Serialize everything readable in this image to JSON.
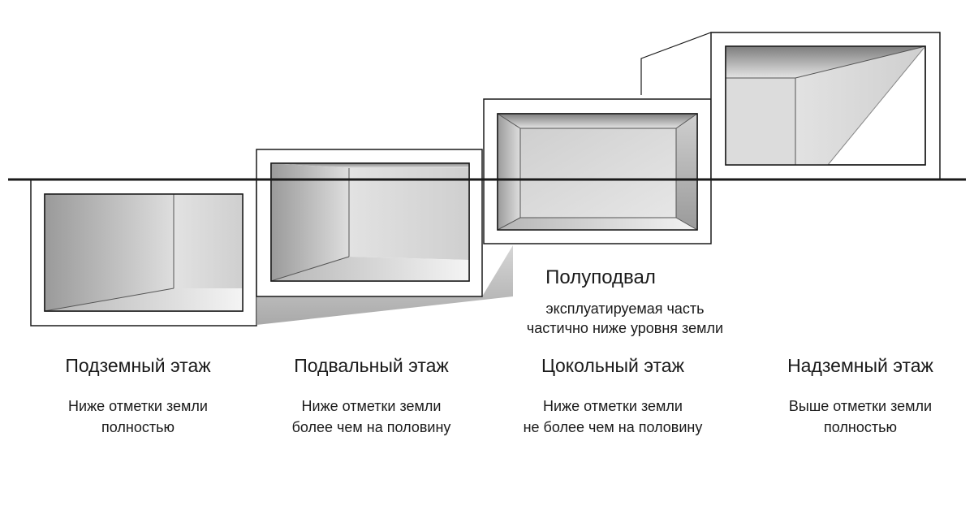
{
  "diagram": {
    "annotation": {
      "title": "Полуподвал",
      "line1": "эксплуатируемая часть",
      "line2": "частично ниже уровня земли"
    },
    "columns": [
      {
        "title": "Подземный этаж",
        "desc1": "Ниже отметки земли",
        "desc2": "полностью"
      },
      {
        "title": "Подвальный этаж",
        "desc1": "Ниже отметки земли",
        "desc2": "более чем на половину"
      },
      {
        "title": "Цокольный этаж",
        "desc1": "Ниже отметки земли",
        "desc2": "не более чем на половину"
      },
      {
        "title": "Надземный этаж",
        "desc1": "Выше отметки земли",
        "desc2": "полностью"
      }
    ],
    "colors": {
      "stroke": "#1a1a1a",
      "wall_light": "#e6e6e6",
      "wall_dark": "#8c8c8c",
      "frame": "#ffffff"
    }
  }
}
